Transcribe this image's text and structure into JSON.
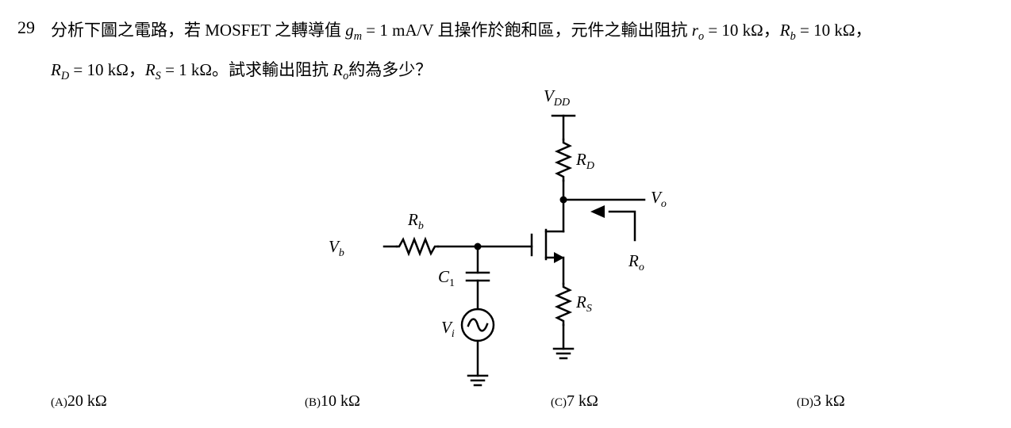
{
  "question": {
    "number": "29",
    "l1_a": "分析下圖之電路，若 MOSFET 之轉導值",
    "gm_sym": "g",
    "gm_sub": "m",
    "l1_b": "= 1 mA/V 且操作於飽和區，元件之輸出阻抗",
    "ro_sym": "r",
    "ro_sub": "o",
    "l1_c": "= 10 kΩ，",
    "rb_sym": "R",
    "rb_sub": "b",
    "l1_d": "= 10 kΩ，",
    "rd_sym": "R",
    "rd_sub": "D",
    "l2_a": "= 10 kΩ，",
    "rs_sym": "R",
    "rs_sub": "S",
    "l2_b": "= 1 kΩ。試求輸出阻抗",
    "Ro_sym": "R",
    "Ro_sub": "o",
    "l2_c": "約為多少？"
  },
  "circuit": {
    "vdd": {
      "sym": "V",
      "sub": "DD"
    },
    "rd": {
      "sym": "R",
      "sub": "D"
    },
    "vo": {
      "sym": "V",
      "sub": "o"
    },
    "rb": {
      "sym": "R",
      "sub": "b"
    },
    "vb": {
      "sym": "V",
      "sub": "b"
    },
    "ro": {
      "sym": "R",
      "sub": "o"
    },
    "c1": {
      "sym": "C",
      "sub": "1"
    },
    "rs": {
      "sym": "R",
      "sub": "S"
    },
    "vi": {
      "sym": "V",
      "sub": "i"
    }
  },
  "options": [
    {
      "key": "(A)",
      "text": "20 kΩ"
    },
    {
      "key": "(B)",
      "text": "10 kΩ"
    },
    {
      "key": "(C)",
      "text": "7 kΩ"
    },
    {
      "key": "(D)",
      "text": "3 kΩ"
    }
  ]
}
